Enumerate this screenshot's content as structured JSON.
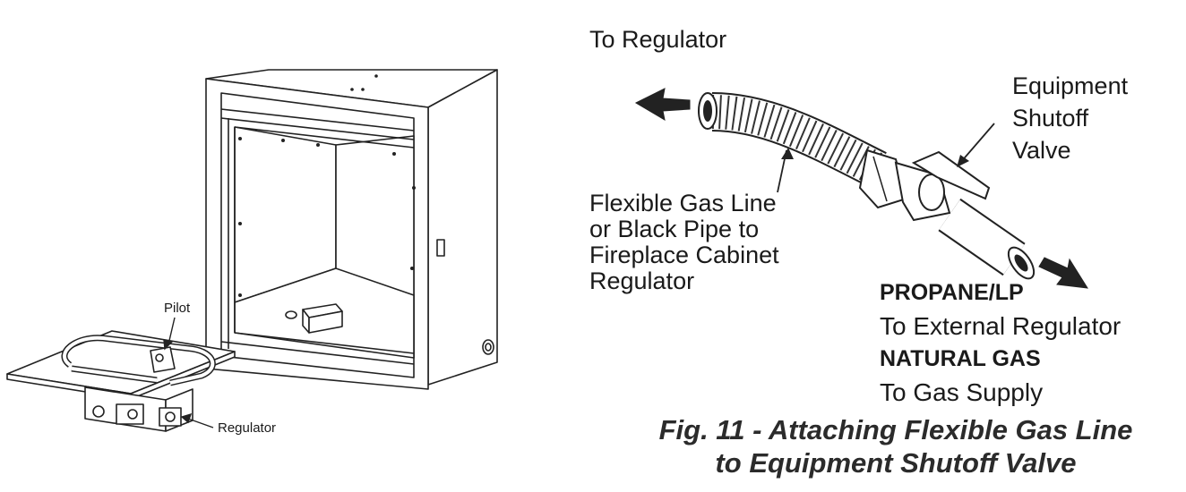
{
  "labels": {
    "pilot": "Pilot",
    "regulator": "Regulator",
    "to_regulator": "To Regulator",
    "equipment_shutoff_valve": [
      "Equipment",
      "Shutoff",
      "Valve"
    ],
    "flexible_gas_line": [
      "Flexible Gas Line",
      "or Black Pipe to",
      "Fireplace Cabinet",
      "Regulator"
    ],
    "propane_lp": "PROPANE/LP",
    "to_external_regulator": "To External Regulator",
    "natural_gas": "NATURAL GAS",
    "to_gas_supply": "To Gas Supply"
  },
  "caption": {
    "line1": "Fig. 11 - Attaching Flexible Gas Line",
    "line2": "to Equipment Shutoff Valve"
  }
}
